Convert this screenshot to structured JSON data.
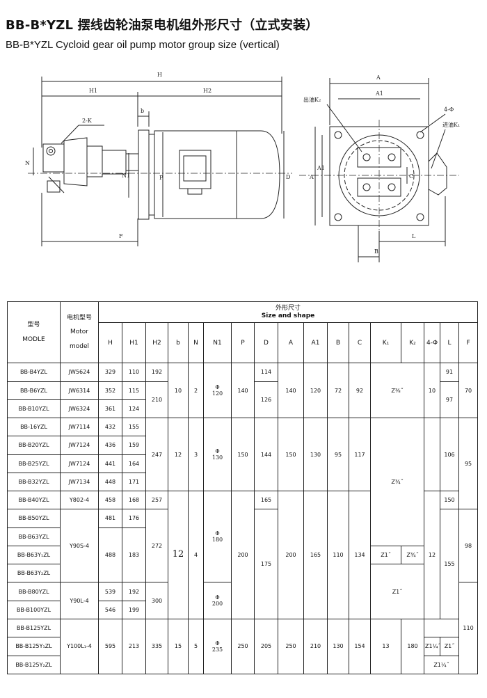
{
  "title_cn": "BB-B*YZL 摆线齿轮油泵电机组外形尺寸（立式安装）",
  "title_en": "BB-B*YZL Cycloid gear oil pump motor group size (vertical)",
  "drawing": {
    "labels": {
      "H": "H",
      "H1": "H1",
      "H2": "H2",
      "b": "b",
      "K2mark": "2-K",
      "N": "N",
      "N1": "N1",
      "P": "P",
      "D": "D",
      "F": "F",
      "A": "A",
      "A1": "A1",
      "B": "B",
      "C": "C",
      "L": "L",
      "phi4": "4-Φ",
      "outlet": "出油K₂",
      "inlet": "进油K₁"
    }
  },
  "table": {
    "header": {
      "model_cn": "型号",
      "model_en": "MODLE",
      "motor_cn": "电机型号",
      "motor_en1": "Motor",
      "motor_en2": "model",
      "size_cn": "外形尺寸",
      "size_en": "Size and shape",
      "cols": [
        "H",
        "H1",
        "H2",
        "b",
        "N",
        "N1",
        "P",
        "D",
        "A",
        "A1",
        "B",
        "C",
        "K₁",
        "K₂",
        "4-Φ",
        "L",
        "F"
      ]
    },
    "rows": [
      {
        "model": "BB-B4YZL",
        "H": "329",
        "H1": "110"
      },
      {
        "model": "BB-B6YZL",
        "H": "352",
        "H1": "115"
      },
      {
        "model": "BB-B10YZL",
        "H": "361",
        "H1": "124"
      },
      {
        "model": "BB-16YZL",
        "H": "432",
        "H1": "155"
      },
      {
        "model": "BB-B20YZL",
        "H": "436",
        "H1": "159"
      },
      {
        "model": "BB-B25YZL",
        "H": "441",
        "H1": "164"
      },
      {
        "model": "BB-B32YZL",
        "H": "448",
        "H1": "171"
      },
      {
        "model": "BB-B40YZL",
        "H": "458",
        "H1": "168"
      },
      {
        "model": "BB-B50YZL",
        "H": "481",
        "H1": "176"
      },
      {
        "model": "BB-B63YZL"
      },
      {
        "model": "BB-B63Y₁ZL",
        "H": "488",
        "H1": "183"
      },
      {
        "model": "BB-B63Y₂ZL"
      },
      {
        "model": "BB-B80YZL",
        "H": "539",
        "H1": "192"
      },
      {
        "model": "BB-B100YZL",
        "H": "546",
        "H1": "199"
      },
      {
        "model": "BB-B125YZL"
      },
      {
        "model": "BB-B125Y₁ZL",
        "H": "595",
        "H1": "213"
      },
      {
        "model": "BB-B125Y₂ZL"
      }
    ],
    "merged": {
      "motor_g1": [
        "JW5624",
        "JW6314",
        "JW6324"
      ],
      "motor_g2": [
        "JW7114",
        "JW7124",
        "JW7124",
        "JW7134"
      ],
      "motor_b40": "Y802-4",
      "motor_y90s": "Y90S-4",
      "motor_y90l": "Y90L-4",
      "motor_y100": "Y100L₁-4",
      "h2_a": "192",
      "h2_b": "210",
      "h2_c": "247",
      "h2_d": "257",
      "h2_e": "272",
      "h2_f": "300",
      "h2_g": "335",
      "b_a": "10",
      "b_b": "12",
      "b_c": "12",
      "b_d": "15",
      "n_a": "2",
      "n_b": "3",
      "n_c": "4",
      "n_d": "5",
      "phi": "Φ",
      "n1_a": "120",
      "n1_b": "130",
      "n1_c": "180",
      "n1_d": "200",
      "n1_e": "235",
      "p_a": "140",
      "p_b": "150",
      "p_c": "200",
      "p_d": "250",
      "d_a": "114",
      "d_b": "126",
      "d_c": "144",
      "d_d": "165",
      "d_e": "175",
      "d_f": "205",
      "a_a": "140",
      "a_b": "150",
      "a_c": "200",
      "a_d": "250",
      "a1_a": "120",
      "a1_b": "130",
      "a1_c": "165",
      "a1_d": "210",
      "bb_a": "72",
      "bb_b": "95",
      "bb_c": "110",
      "bb_d": "130",
      "c_a": "92",
      "c_b": "117",
      "c_c": "134",
      "c_d": "154",
      "k_a": "Z⅜˝",
      "k_b": "Z¾˝",
      "k_c1": "Z1˝",
      "k_c2": "Z¾˝",
      "k_d": "Z1˝",
      "k_e1": "Z1¼˝",
      "k_e2": "Z1˝",
      "k_f": "Z1¼˝",
      "phi4_a": "10",
      "phi4_b": "12",
      "phi4_c": "13",
      "l_a": "91",
      "l_b": "97",
      "l_c": "106",
      "l_d": "150",
      "l_e": "155",
      "l_f": "180",
      "f_a": "70",
      "f_b": "95",
      "f_c": "98",
      "f_d": "110"
    }
  }
}
